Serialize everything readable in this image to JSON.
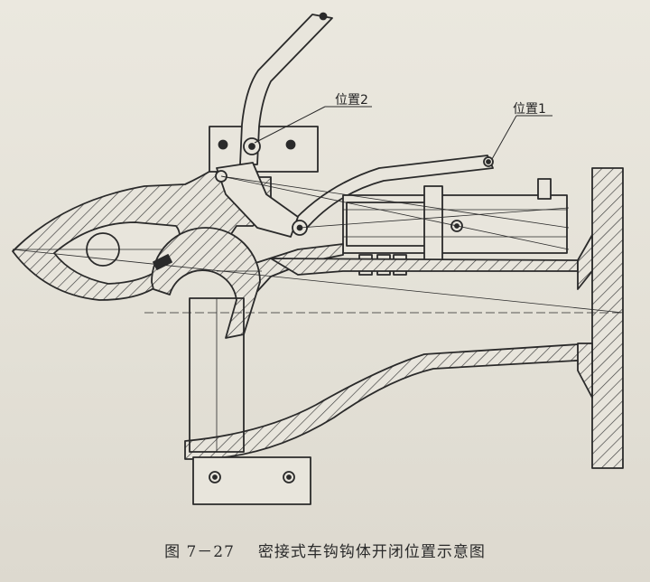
{
  "labels": {
    "position1": "位置1",
    "position2": "位置2"
  },
  "caption": {
    "number": "图 7－27",
    "title": "密接式车钩钩体开闭位置示意图"
  },
  "colors": {
    "paper": "#e6e3da",
    "ink": "#2a2a2a",
    "hatch": "#3a3a3a"
  }
}
